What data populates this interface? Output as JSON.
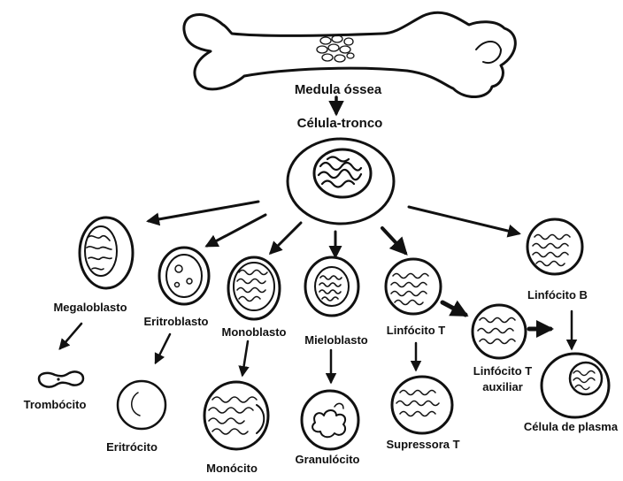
{
  "diagram": {
    "colors": {
      "ink": "#111111",
      "background": "#ffffff"
    },
    "bone": {
      "label": "Medula óssea"
    },
    "stem_cell": {
      "label": "Célula-tronco"
    },
    "cells": [
      {
        "id": "megaloblasto",
        "label": "Megaloblasto"
      },
      {
        "id": "trombocito",
        "label": "Trombócito"
      },
      {
        "id": "eritroblasto",
        "label": "Eritroblasto"
      },
      {
        "id": "eritrocito",
        "label": "Eritrócito"
      },
      {
        "id": "monoblasto",
        "label": "Monoblasto"
      },
      {
        "id": "monocito",
        "label": "Monócito"
      },
      {
        "id": "mieloblasto",
        "label": "Mieloblasto"
      },
      {
        "id": "granulocito",
        "label": "Granulócito"
      },
      {
        "id": "linfocito_t",
        "label": "Linfócito T"
      },
      {
        "id": "supressora_t",
        "label": "Supressora  T"
      },
      {
        "id": "linfocito_t_auxiliar",
        "label_line1": "Linfócito T",
        "label_line2": "auxiliar"
      },
      {
        "id": "linfocito_b",
        "label": "Linfócito B"
      },
      {
        "id": "celula_de_plasma",
        "label": "Célula de plasma"
      }
    ]
  }
}
